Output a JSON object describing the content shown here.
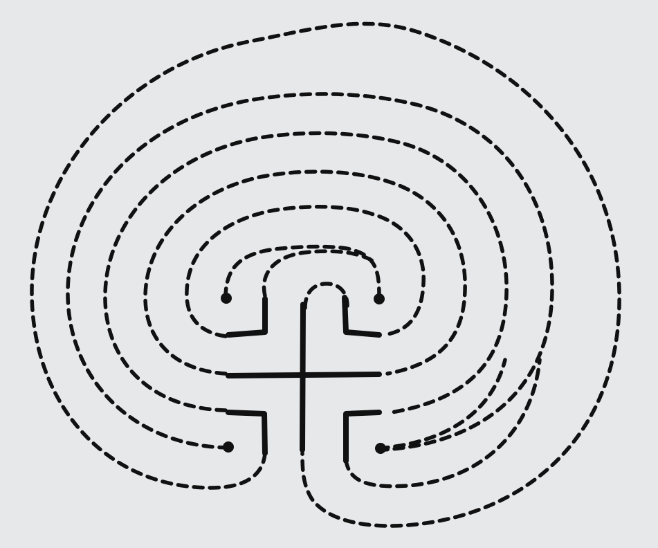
{
  "diagram": {
    "kind": "classical-seven-circuit-labyrinth",
    "background_color": "#e6e8ea",
    "ink_color": "#111111",
    "circuits": 7,
    "seed_marks": [
      "cross",
      "four-corner-angles",
      "four-dots"
    ]
  }
}
